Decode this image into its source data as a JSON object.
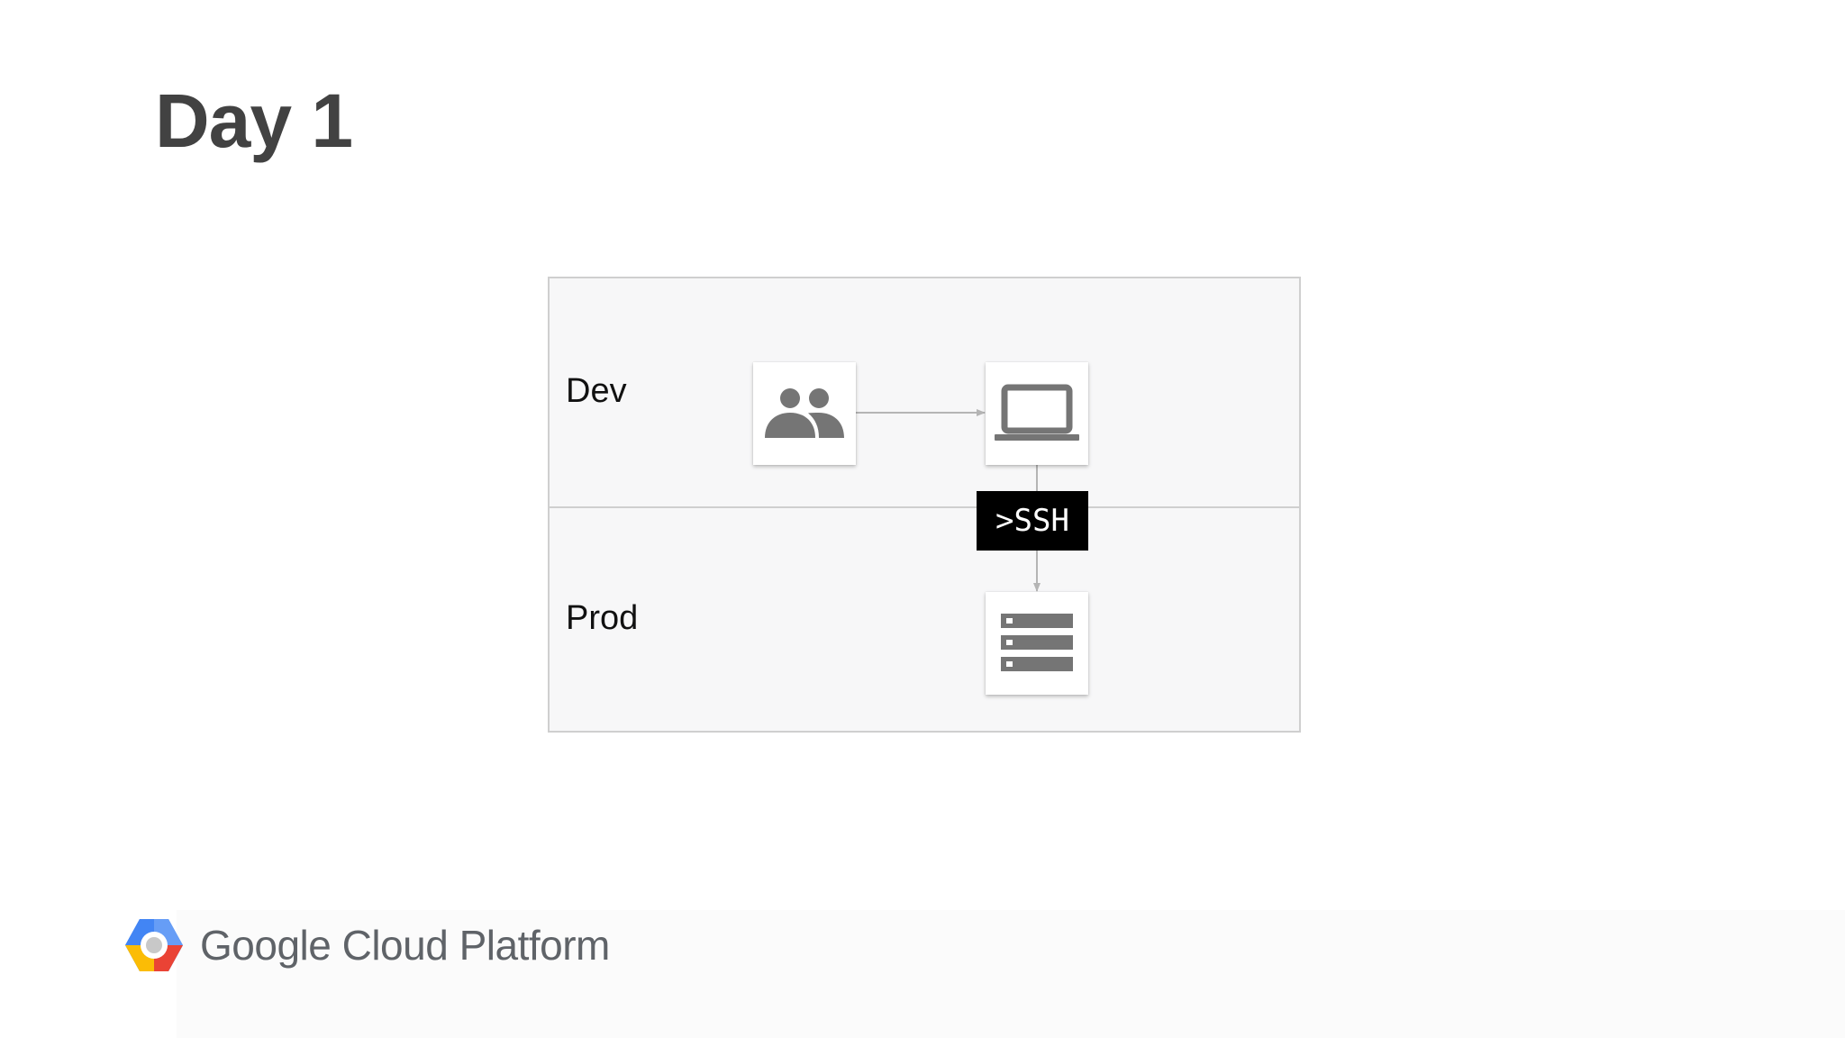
{
  "slide": {
    "title": "Day 1"
  },
  "diagram": {
    "lanes": [
      {
        "label": "Dev"
      },
      {
        "label": "Prod"
      }
    ],
    "nodes": [
      {
        "icon": "group-icon"
      },
      {
        "icon": "laptop-icon"
      },
      {
        "icon": "server-icon"
      }
    ],
    "connector_label": ">SSH"
  },
  "footer": {
    "brand_text": "Google Cloud Platform",
    "logo_icon": "google-cloud-hexagon-icon"
  },
  "colors": {
    "title": "#424242",
    "lane_fill": "#f7f7f8",
    "lane_border": "#cfcfcf",
    "icon_gray": "#757575",
    "ssh_badge": "#000000",
    "brand_text": "#5f6368"
  }
}
